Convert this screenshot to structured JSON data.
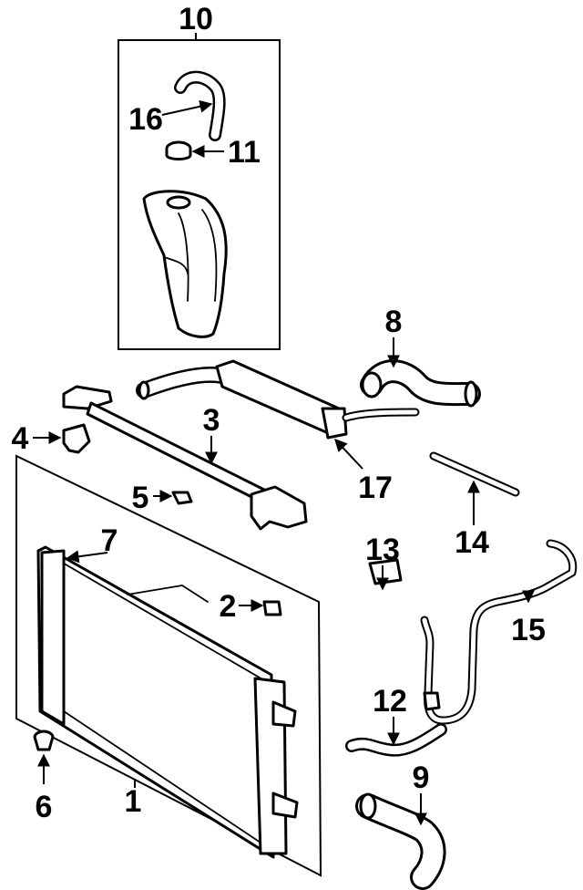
{
  "callouts": [
    {
      "id": "c10",
      "text": "10"
    },
    {
      "id": "c16",
      "text": "16"
    },
    {
      "id": "c11",
      "text": "11"
    },
    {
      "id": "c8",
      "text": "8"
    },
    {
      "id": "c3",
      "text": "3"
    },
    {
      "id": "c4",
      "text": "4"
    },
    {
      "id": "c17",
      "text": "17"
    },
    {
      "id": "c5",
      "text": "5"
    },
    {
      "id": "c14",
      "text": "14"
    },
    {
      "id": "c7",
      "text": "7"
    },
    {
      "id": "c13",
      "text": "13"
    },
    {
      "id": "c2",
      "text": "2"
    },
    {
      "id": "c15",
      "text": "15"
    },
    {
      "id": "c12",
      "text": "12"
    },
    {
      "id": "c9",
      "text": "9"
    },
    {
      "id": "c6",
      "text": "6"
    },
    {
      "id": "c1",
      "text": "1"
    }
  ]
}
